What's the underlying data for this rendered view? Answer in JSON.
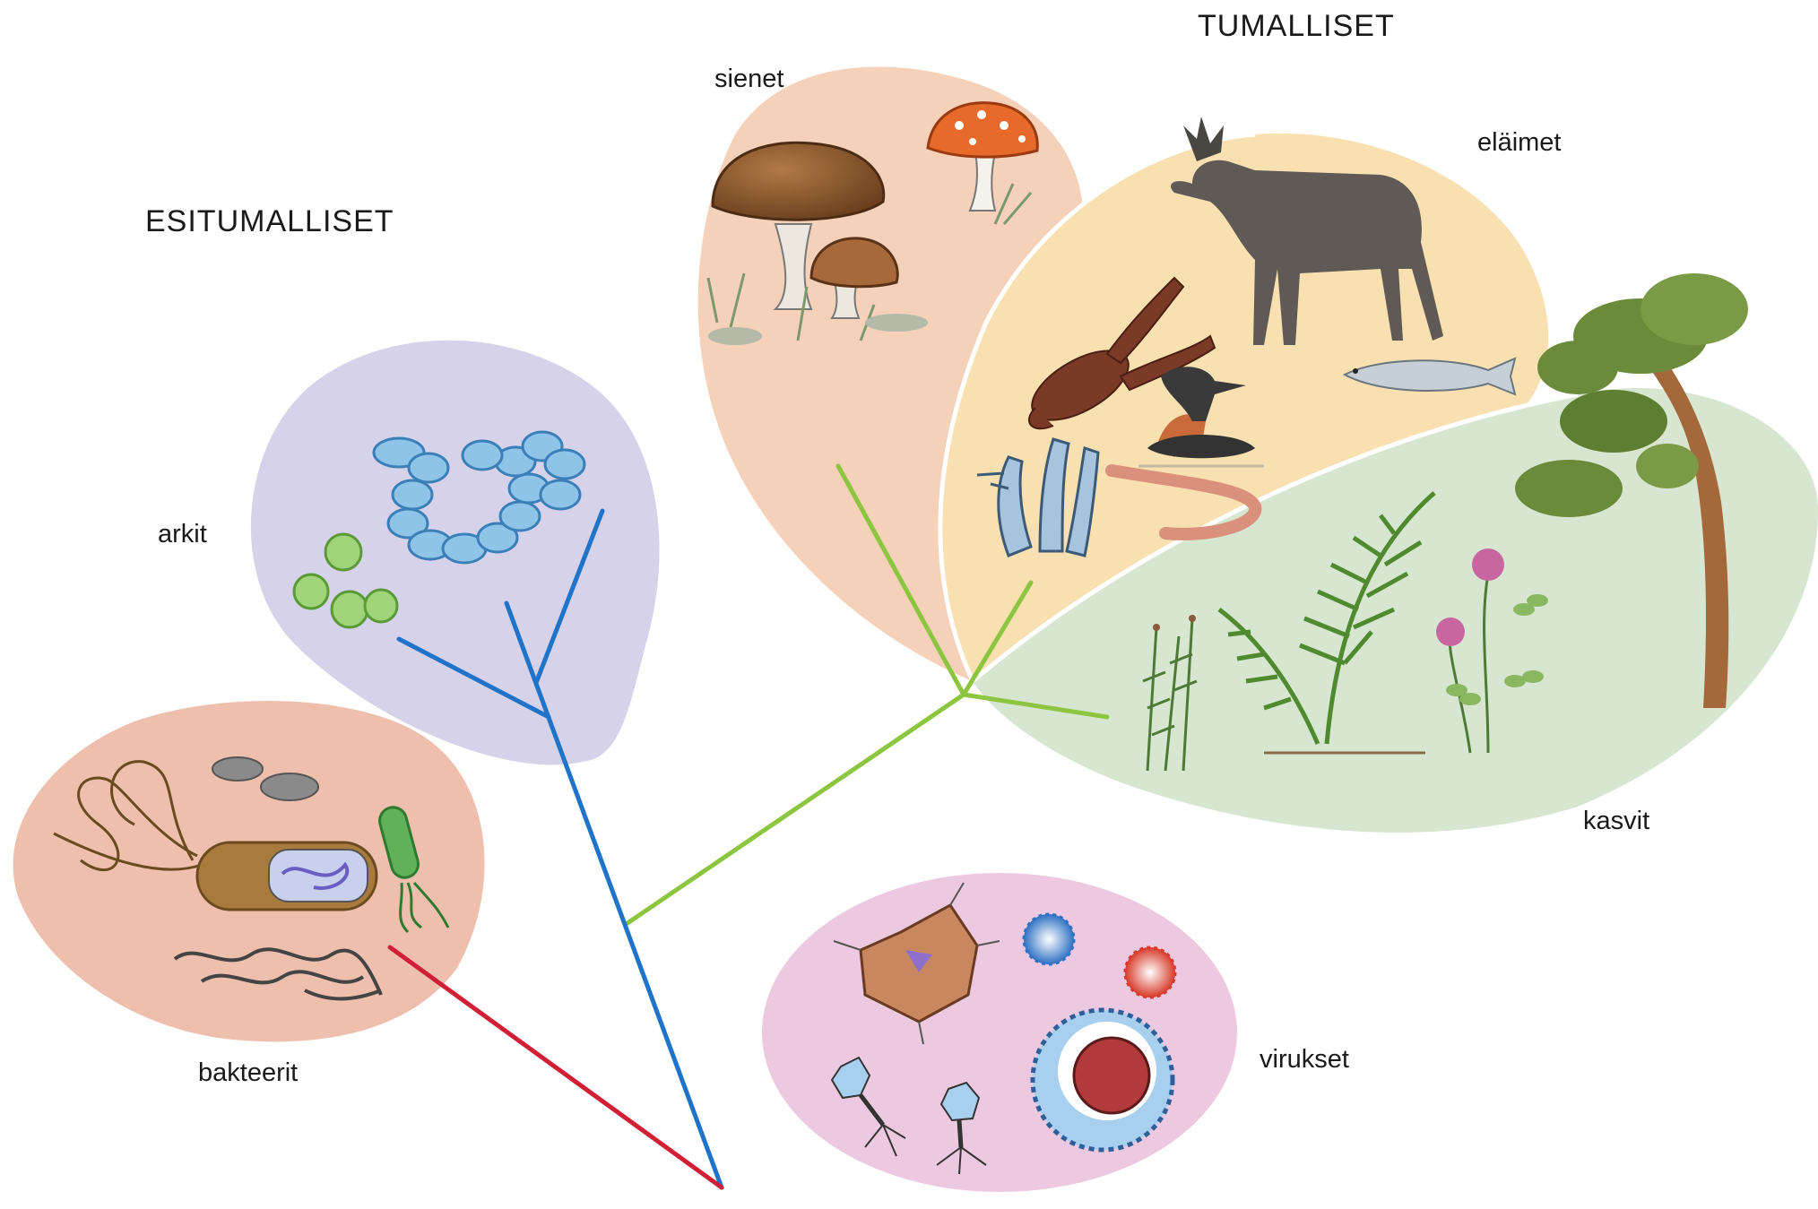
{
  "groups": {
    "prokaryotes": "ESITUMALLISET",
    "eukaryotes": "TUMALLISET"
  },
  "taxa": {
    "fungi": "sienet",
    "animals": "eläimet",
    "plants": "kasvit",
    "archaea": "arkit",
    "bacteria": "bakteerit",
    "viruses": "virukset"
  },
  "colors": {
    "archaea_blob": "#d6d2ea",
    "bacteria_blob": "#efbfae",
    "fungi_blob": "#f4d1b8",
    "animals_blob": "#f8e0b0",
    "plants_blob": "#d7e6d0",
    "viruses_blob": "#ecc9e0",
    "branch_bacteria": "#d11f35",
    "branch_archaea": "#1f73c8",
    "branch_eukaryotes": "#8cc53f"
  }
}
